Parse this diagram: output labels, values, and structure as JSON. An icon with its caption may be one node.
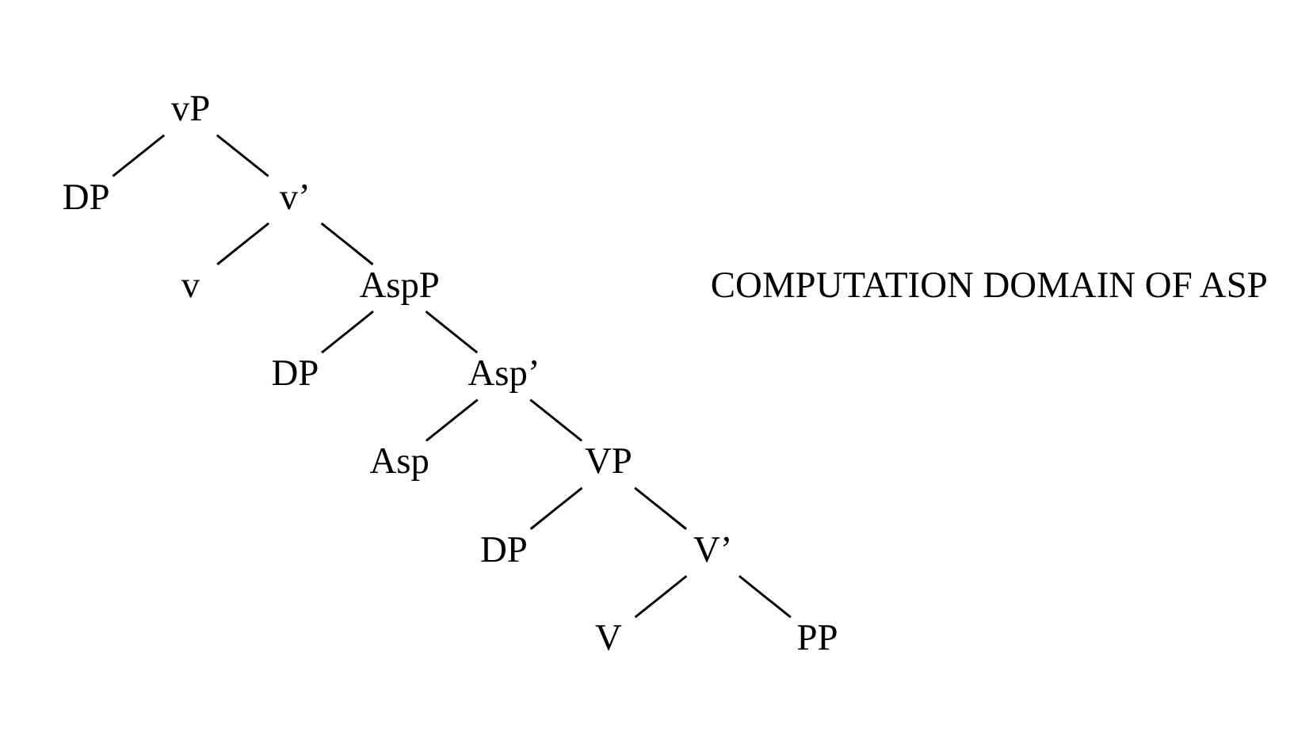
{
  "diagram": {
    "nodes": [
      {
        "text": [
          "vP"
        ]
      },
      {
        "text": [
          "DP"
        ]
      },
      {
        "text": [
          "v’"
        ]
      },
      {
        "text": [
          "v"
        ]
      },
      {
        "text": [
          "AspP"
        ]
      },
      {
        "text": [
          "DP"
        ]
      },
      {
        "text": [
          "Asp’"
        ]
      },
      {
        "text": [
          "Asp"
        ]
      },
      {
        "text": [
          "VP"
        ]
      },
      {
        "text": [
          "DP"
        ]
      },
      {
        "text": [
          "V’"
        ]
      },
      {
        "text": [
          "V"
        ]
      },
      {
        "text": [
          "PP"
        ]
      }
    ],
    "edges": [
      {
        "from": 0,
        "to": 1,
        "arrow": "none"
      },
      {
        "from": 0,
        "to": 2,
        "arrow": "none"
      },
      {
        "from": 2,
        "to": 3,
        "arrow": "none"
      },
      {
        "from": 2,
        "to": 4,
        "arrow": "none"
      },
      {
        "from": 4,
        "to": 5,
        "arrow": "none"
      },
      {
        "from": 4,
        "to": 6,
        "arrow": "none"
      },
      {
        "from": 6,
        "to": 7,
        "arrow": "none"
      },
      {
        "from": 6,
        "to": 8,
        "arrow": "none"
      },
      {
        "from": 8,
        "to": 9,
        "arrow": "none"
      },
      {
        "from": 8,
        "to": 10,
        "arrow": "none"
      },
      {
        "from": 10,
        "to": 11,
        "arrow": "none"
      },
      {
        "from": 10,
        "to": 12,
        "arrow": "none"
      }
    ],
    "labels": [
      "COMPUTATION DOMAIN OF ASP"
    ]
  }
}
